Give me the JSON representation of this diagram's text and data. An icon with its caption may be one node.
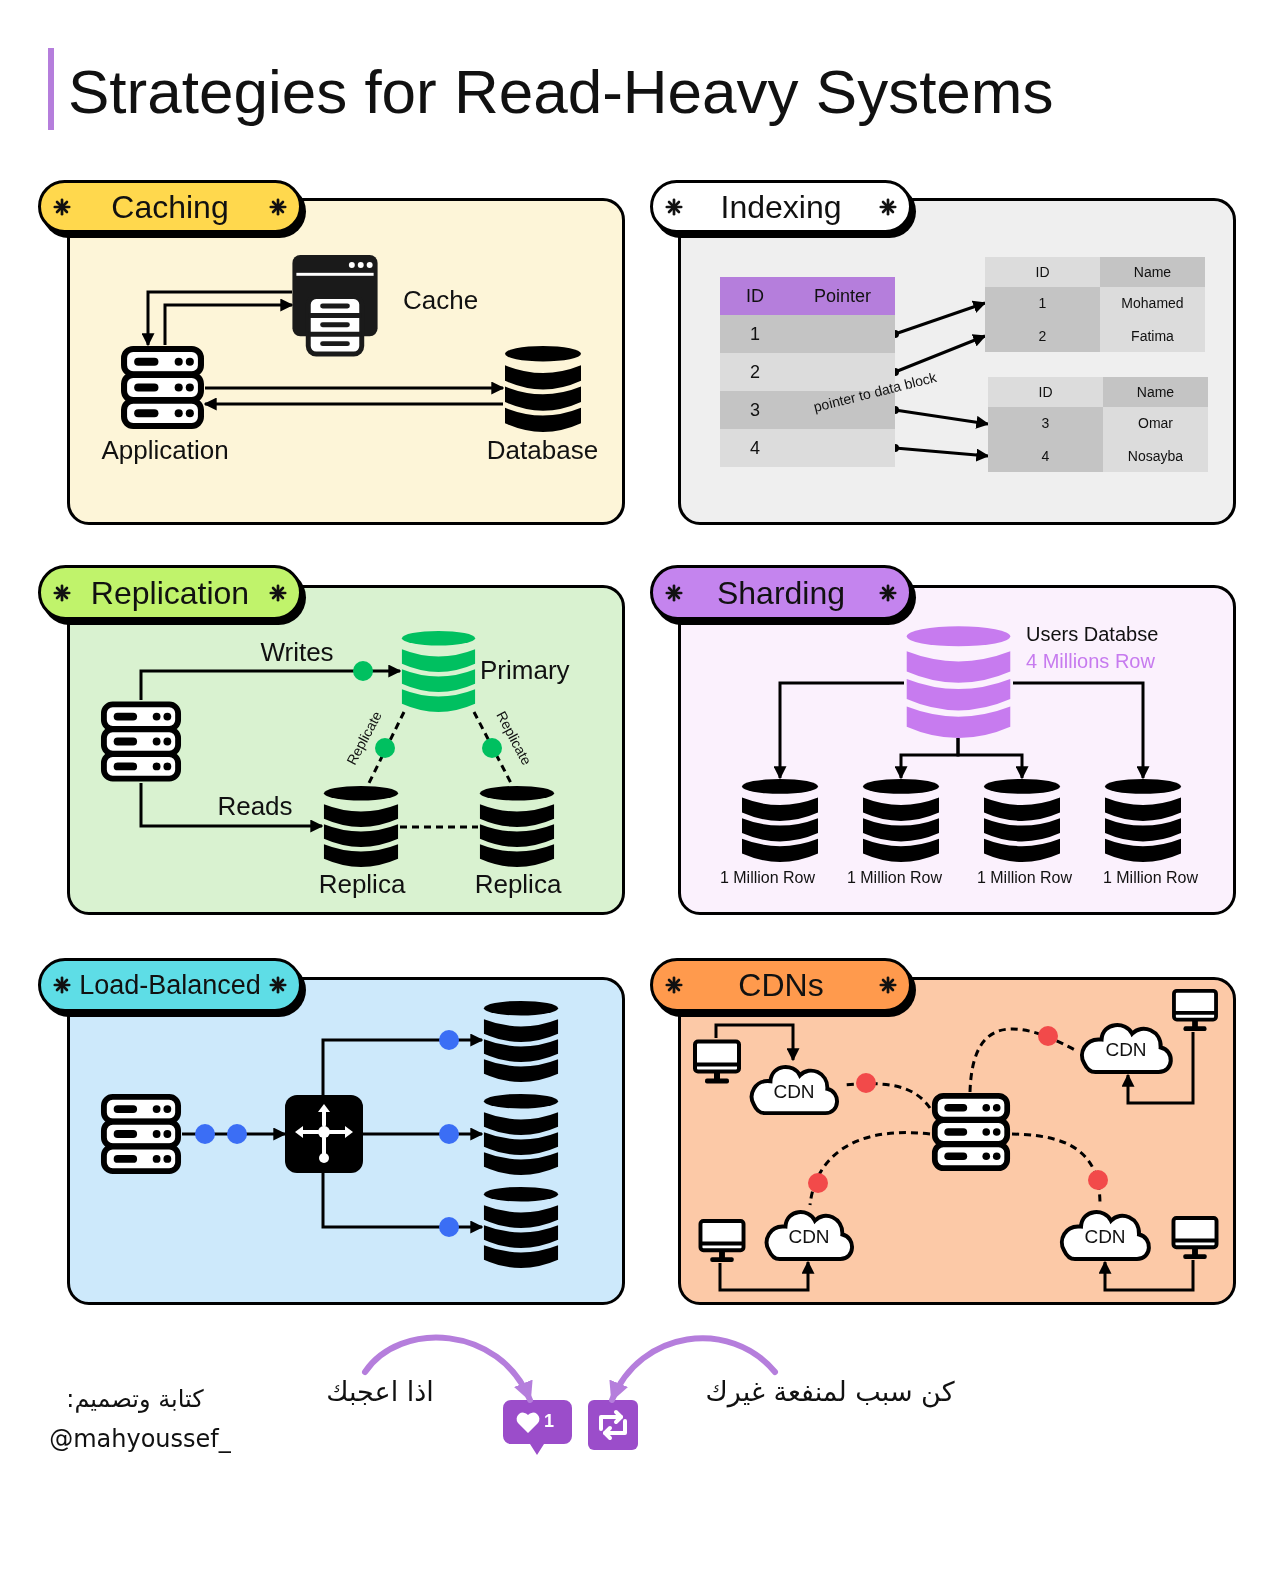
{
  "diagram": {
    "title": "Strategies for Read-Heavy Systems",
    "nodes": [
      {
        "text": [
          "Caching"
        ]
      },
      {
        "text": [],
        "shape": "picture",
        "in": 0,
        "beside": [
          "Cache"
        ]
      },
      {
        "text": [],
        "shape": "server",
        "in": 0,
        "beside": [
          "Application"
        ]
      },
      {
        "text": [],
        "shape": "cylinder",
        "in": 0,
        "beside": [
          "Database"
        ]
      },
      {
        "text": [
          "Indexing"
        ]
      },
      {
        "text": [
          "ID",
          "Pointer"
        ],
        "in": 4
      },
      {
        "text": [
          "1"
        ],
        "in": 5
      },
      {
        "text": [
          "2"
        ],
        "in": 5
      },
      {
        "text": [
          "3"
        ],
        "in": 5
      },
      {
        "text": [
          "4"
        ],
        "in": 5
      },
      {
        "text": [
          "ID",
          "Name"
        ],
        "in": 4
      },
      {
        "text": [
          "1",
          "Mohamed"
        ],
        "in": 10
      },
      {
        "text": [
          "2",
          "Fatima"
        ],
        "in": 10
      },
      {
        "text": [
          "ID",
          "Name"
        ],
        "in": 4
      },
      {
        "text": [
          "3",
          "Omar"
        ],
        "in": 13
      },
      {
        "text": [
          "4",
          "Nosayba"
        ],
        "in": 13
      },
      {
        "text": [
          "Replication"
        ]
      },
      {
        "text": [],
        "shape": "server",
        "in": 16
      },
      {
        "text": [],
        "shape": "cylinder",
        "in": 16,
        "beside": [
          "Primary"
        ]
      },
      {
        "text": [],
        "shape": "cylinder",
        "in": 16,
        "beside": [
          "Replica"
        ]
      },
      {
        "text": [],
        "shape": "cylinder",
        "in": 16,
        "beside": [
          "Replica"
        ]
      },
      {
        "text": [
          "Sharding"
        ]
      },
      {
        "text": [],
        "shape": "cylinder",
        "in": 21,
        "beside": [
          "Users Databse",
          "4 Millions Row"
        ]
      },
      {
        "text": [],
        "shape": "cylinder",
        "in": 21,
        "beside": [
          "1 Million Row"
        ]
      },
      {
        "text": [],
        "shape": "cylinder",
        "in": 21,
        "beside": [
          "1 Million Row"
        ]
      },
      {
        "text": [],
        "shape": "cylinder",
        "in": 21,
        "beside": [
          "1 Million Row"
        ]
      },
      {
        "text": [],
        "shape": "cylinder",
        "in": 21,
        "beside": [
          "1 Million Row"
        ]
      },
      {
        "text": [
          "Load-Balanced"
        ]
      },
      {
        "text": [],
        "shape": "server",
        "in": 27
      },
      {
        "text": [],
        "shape": "box",
        "in": 27
      },
      {
        "text": [],
        "shape": "cylinder",
        "in": 27
      },
      {
        "text": [],
        "shape": "cylinder",
        "in": 27
      },
      {
        "text": [],
        "shape": "cylinder",
        "in": 27
      },
      {
        "text": [
          "CDNs"
        ]
      },
      {
        "text": [],
        "shape": "computer",
        "in": 33
      },
      {
        "text": [
          "CDN"
        ],
        "in": 33
      },
      {
        "text": [
          "CDN"
        ],
        "in": 33
      },
      {
        "text": [],
        "shape": "computer",
        "in": 33
      },
      {
        "text": [],
        "shape": "server",
        "in": 33
      },
      {
        "text": [],
        "shape": "computer",
        "in": 33
      },
      {
        "text": [
          "CDN"
        ],
        "in": 33
      },
      {
        "text": [
          "CDN"
        ],
        "in": 33
      },
      {
        "text": [],
        "shape": "computer",
        "in": 33
      },
      {
        "text": [
          "اذا اعجبك"
        ]
      },
      {
        "text": [
          "1"
        ]
      },
      {
        "text": [],
        "shape": "picture"
      },
      {
        "text": [
          "كن سبب لمنفعة غيرك"
        ]
      }
    ],
    "edges": [
      {
        "from": 2,
        "to": 1,
        "arrow": "to"
      },
      {
        "from": 1,
        "to": 2,
        "arrow": "to"
      },
      {
        "from": 2,
        "to": 3,
        "arrow": "to"
      },
      {
        "from": 3,
        "to": 2,
        "arrow": "to"
      },
      {
        "from": 6,
        "to": 11,
        "arrow": "to"
      },
      {
        "from": 7,
        "to": 12,
        "arrow": "to",
        "label": "pointer to data block"
      },
      {
        "from": 8,
        "to": 14,
        "arrow": "to"
      },
      {
        "from": 9,
        "to": 15,
        "arrow": "to"
      },
      {
        "from": 17,
        "to": 18,
        "arrow": "to",
        "label": "Writes"
      },
      {
        "from": 17,
        "to": 19,
        "arrow": "to",
        "label": "Reads"
      },
      {
        "from": 18,
        "to": 19,
        "arrow": "none",
        "label": "Replicate",
        "style": "dashed"
      },
      {
        "from": 18,
        "to": 20,
        "arrow": "none",
        "label": "Replicate",
        "style": "dashed"
      },
      {
        "from": 19,
        "to": 20,
        "arrow": "none",
        "style": "dashed"
      },
      {
        "from": 22,
        "to": 23,
        "arrow": "to"
      },
      {
        "from": 22,
        "to": 24,
        "arrow": "to"
      },
      {
        "from": 22,
        "to": 25,
        "arrow": "to"
      },
      {
        "from": 22,
        "to": 26,
        "arrow": "to"
      },
      {
        "from": 28,
        "to": 29,
        "arrow": "to"
      },
      {
        "from": 29,
        "to": 30,
        "arrow": "to"
      },
      {
        "from": 29,
        "to": 31,
        "arrow": "to"
      },
      {
        "from": 29,
        "to": 32,
        "arrow": "to"
      },
      {
        "from": 34,
        "to": 35,
        "arrow": "to"
      },
      {
        "from": 37,
        "to": 36,
        "arrow": "to"
      },
      {
        "from": 39,
        "to": 40,
        "arrow": "to"
      },
      {
        "from": 42,
        "to": 41,
        "arrow": "to"
      },
      {
        "from": 38,
        "to": 35,
        "arrow": "none",
        "style": "dashed"
      },
      {
        "from": 38,
        "to": 36,
        "arrow": "none",
        "style": "dashed"
      },
      {
        "from": 38,
        "to": 40,
        "arrow": "none",
        "style": "dashed"
      },
      {
        "from": 38,
        "to": 41,
        "arrow": "none",
        "style": "dashed"
      },
      {
        "from": 43,
        "to": 44,
        "arrow": "to",
        "style": "thick",
        "color": "#b57edc"
      },
      {
        "from": 46,
        "to": 45,
        "arrow": "to",
        "style": "thick",
        "color": "#b57edc"
      }
    ],
    "labels": [
      "كتابة وتصميم:",
      "@mahyoussef_"
    ]
  }
}
